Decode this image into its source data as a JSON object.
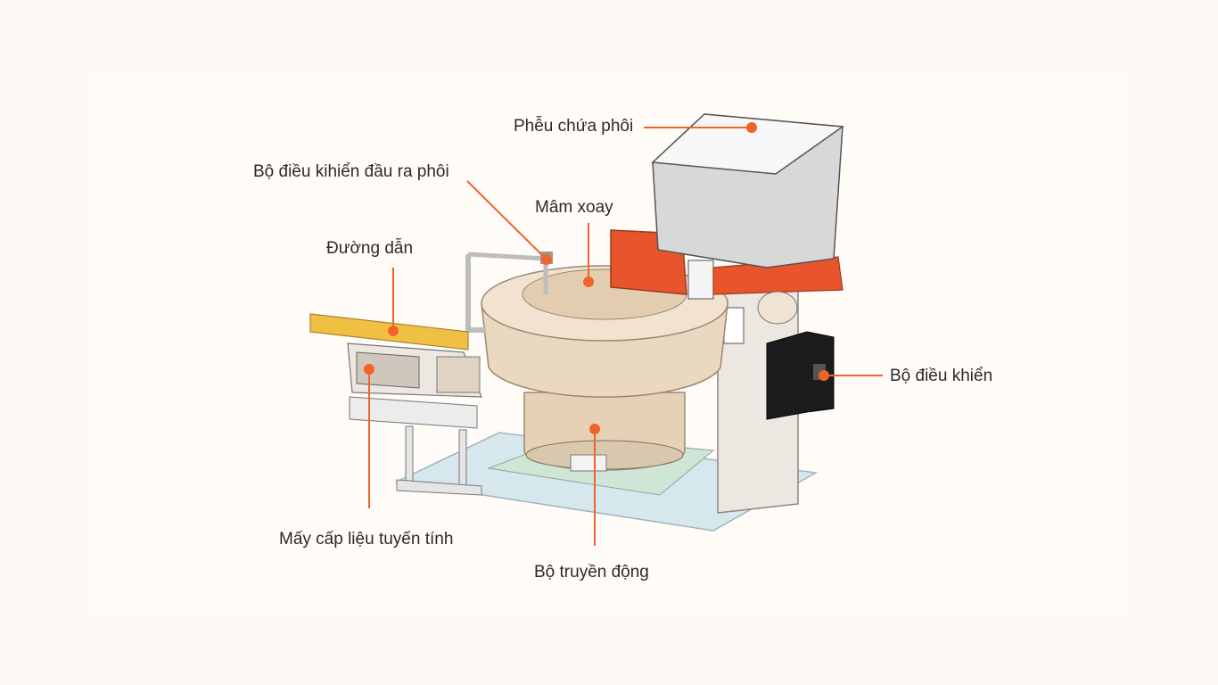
{
  "labels": {
    "hopper": "Phễu chứa phôi",
    "outlet_controller": "Bộ điều kihiển đầu ra phôi",
    "rotary_disc": "Mâm xoay",
    "guide_rail": "Đường dẫn",
    "controller": "Bộ điều khiển",
    "linear_feeder": "Mấy cấp liệu tuyến tính",
    "drive_unit": "Bộ truyền động"
  },
  "colors": {
    "accent": "#f0642c",
    "machine_orange": "#e8542c",
    "bowl": "#e9d6bf",
    "hopper": "#d8d8d8",
    "base": "#d6e8ee",
    "rail": "#f0c043"
  }
}
